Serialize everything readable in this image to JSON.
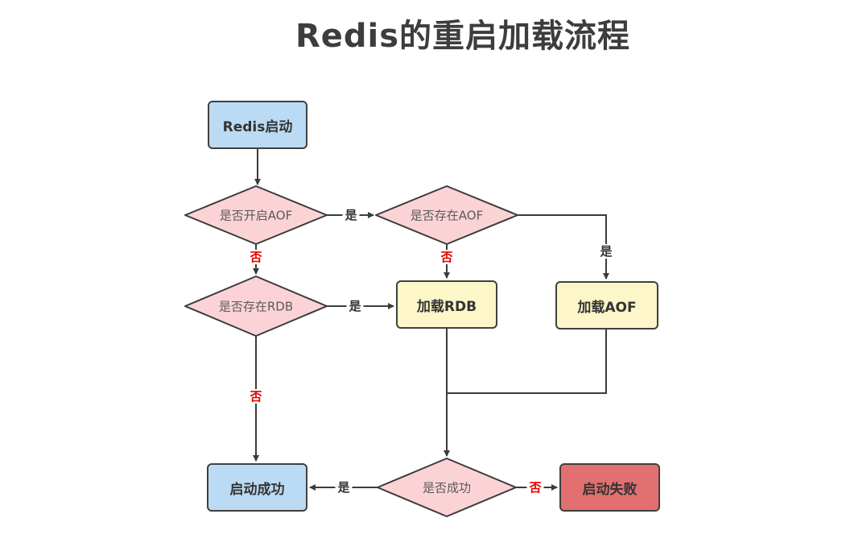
{
  "title": "Redis的重启加载流程",
  "colors": {
    "process_blue": "#bbdbf4",
    "process_yellow": "#fcf6c8",
    "process_red": "#e27070",
    "decision_pink": "#fbd3d7",
    "line": "#3b3b3b",
    "label_no_red": "#e60000",
    "diamond_text": "#5a5a5a",
    "box_text": "#333333",
    "title_text": "#3d3d3d"
  },
  "nodes": {
    "redis_start": {
      "label": "Redis启动",
      "type": "process",
      "color": "#bbdbf4"
    },
    "aof_enabled": {
      "label": "是否开启AOF",
      "type": "decision",
      "color": "#fbd3d7"
    },
    "aof_exists": {
      "label": "是否存在AOF",
      "type": "decision",
      "color": "#fbd3d7"
    },
    "rdb_exists": {
      "label": "是否存在RDB",
      "type": "decision",
      "color": "#fbd3d7"
    },
    "load_rdb": {
      "label": "加载RDB",
      "type": "process",
      "color": "#fcf6c8"
    },
    "load_aof": {
      "label": "加载AOF",
      "type": "process",
      "color": "#fcf6c8"
    },
    "success_check": {
      "label": "是否成功",
      "type": "decision",
      "color": "#fbd3d7"
    },
    "start_success": {
      "label": "启动成功",
      "type": "process",
      "color": "#bbdbf4"
    },
    "start_fail": {
      "label": "启动失败",
      "type": "process",
      "color": "#e27070"
    }
  },
  "edges": [
    {
      "from": "redis_start",
      "to": "aof_enabled",
      "label": ""
    },
    {
      "from": "aof_enabled",
      "to": "aof_exists",
      "label": "是"
    },
    {
      "from": "aof_exists",
      "to": "load_aof",
      "label": "是"
    },
    {
      "from": "aof_exists",
      "to": "load_rdb",
      "label": "否"
    },
    {
      "from": "aof_enabled",
      "to": "rdb_exists",
      "label": "否"
    },
    {
      "from": "rdb_exists",
      "to": "load_rdb",
      "label": "是"
    },
    {
      "from": "rdb_exists",
      "to": "start_success",
      "label": "否"
    },
    {
      "from": "load_rdb",
      "to": "success_check",
      "label": ""
    },
    {
      "from": "load_aof",
      "to": "success_check",
      "label": ""
    },
    {
      "from": "success_check",
      "to": "start_success",
      "label": "是"
    },
    {
      "from": "success_check",
      "to": "start_fail",
      "label": "否"
    }
  ]
}
